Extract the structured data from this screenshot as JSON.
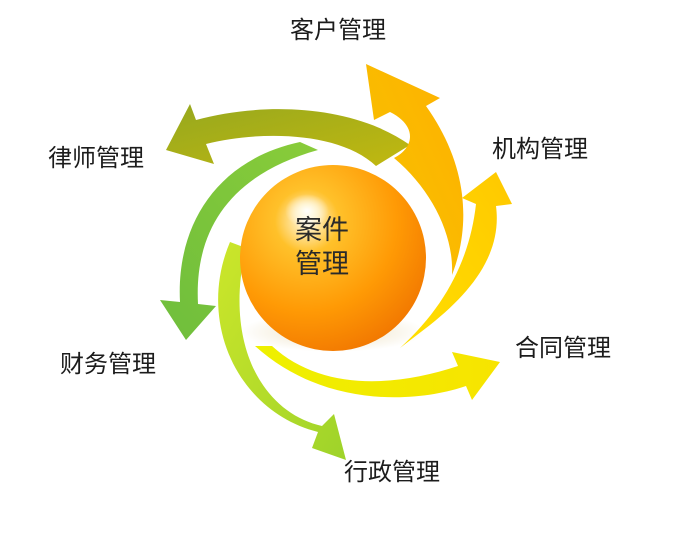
{
  "diagram": {
    "center": {
      "line1": "案件",
      "line2": "管理"
    },
    "nodes": [
      {
        "id": "client",
        "label": "客户管理"
      },
      {
        "id": "org",
        "label": "机构管理"
      },
      {
        "id": "contract",
        "label": "合同管理"
      },
      {
        "id": "admin",
        "label": "行政管理"
      },
      {
        "id": "finance",
        "label": "财务管理"
      },
      {
        "id": "lawyer",
        "label": "律师管理"
      }
    ],
    "colors": {
      "sphere_light": "#ffd23c",
      "sphere_mid": "#ff9c05",
      "sphere_dark": "#f07800",
      "arrow_client": "#ffb300",
      "arrow_org": "#ffd200",
      "arrow_contract": "#f3e900",
      "arrow_admin": "#b7dc25",
      "arrow_finance": "#7cc432",
      "arrow_lawyer": "#a8b41c"
    }
  }
}
